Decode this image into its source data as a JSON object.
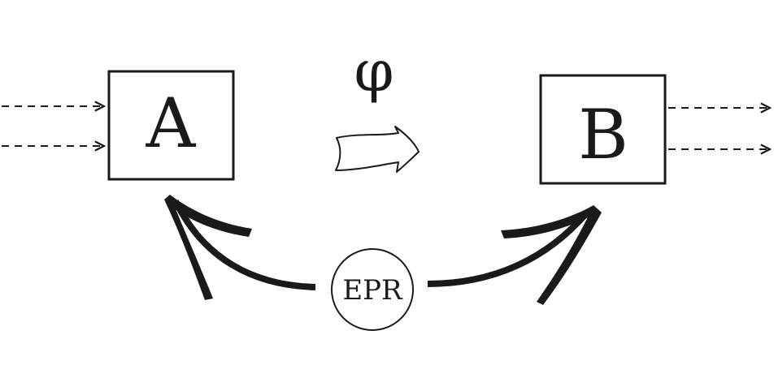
{
  "diagram": {
    "box_a_label": "A",
    "box_b_label": "B",
    "phi_label": "φ",
    "epr_label": "EPR"
  },
  "colors": {
    "ink": "#1a1a1a",
    "background": "#ffffff"
  }
}
